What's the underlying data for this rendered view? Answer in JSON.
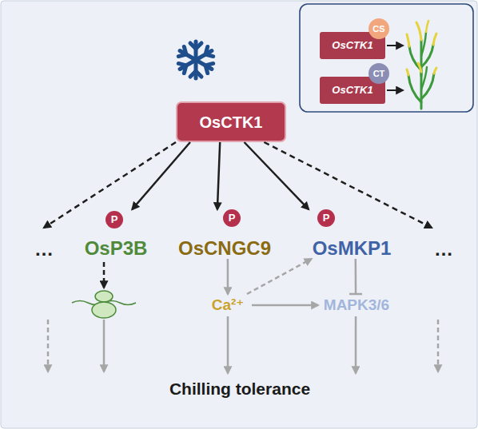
{
  "diagram": {
    "nodes": [
      {
        "text": [
          "OsCTK1"
        ]
      },
      {
        "text": [
          "CS"
        ]
      },
      {
        "text": [
          "OsCTK1"
        ]
      },
      {
        "text": [
          "CT"
        ]
      },
      {
        "text": [
          "OsCTK1"
        ]
      },
      {
        "text": [
          "…"
        ]
      },
      {
        "text": [
          "OsP3B"
        ]
      },
      {
        "text": [
          "P"
        ],
        "in": 6
      },
      {
        "text": [
          "OsCNGC9"
        ]
      },
      {
        "text": [
          "P"
        ],
        "in": 8
      },
      {
        "text": [
          "OsMKP1"
        ]
      },
      {
        "text": [
          "P"
        ],
        "in": 10
      },
      {
        "text": [
          "…"
        ]
      },
      {
        "text": [
          "Ca²⁺"
        ]
      },
      {
        "text": [
          "MAPK3/6"
        ]
      },
      {
        "text": [
          "Chilling tolerance"
        ]
      }
    ],
    "edges": [
      {
        "from": 4,
        "to": 5,
        "arrow": "to"
      },
      {
        "from": 4,
        "to": 6,
        "arrow": "to"
      },
      {
        "from": 4,
        "to": 8,
        "arrow": "to"
      },
      {
        "from": 4,
        "to": 10,
        "arrow": "to"
      },
      {
        "from": 4,
        "to": 12,
        "arrow": "to"
      },
      {
        "from": 8,
        "to": 13,
        "arrow": "to"
      },
      {
        "from": 13,
        "to": 14,
        "arrow": "to"
      },
      {
        "from": 13,
        "to": 10,
        "arrow": "to"
      },
      {
        "from": 10,
        "to": 14,
        "arrow": "to"
      },
      {
        "from": 13,
        "to": 15,
        "arrow": "to"
      },
      {
        "from": 14,
        "to": 15,
        "arrow": "to"
      }
    ]
  }
}
